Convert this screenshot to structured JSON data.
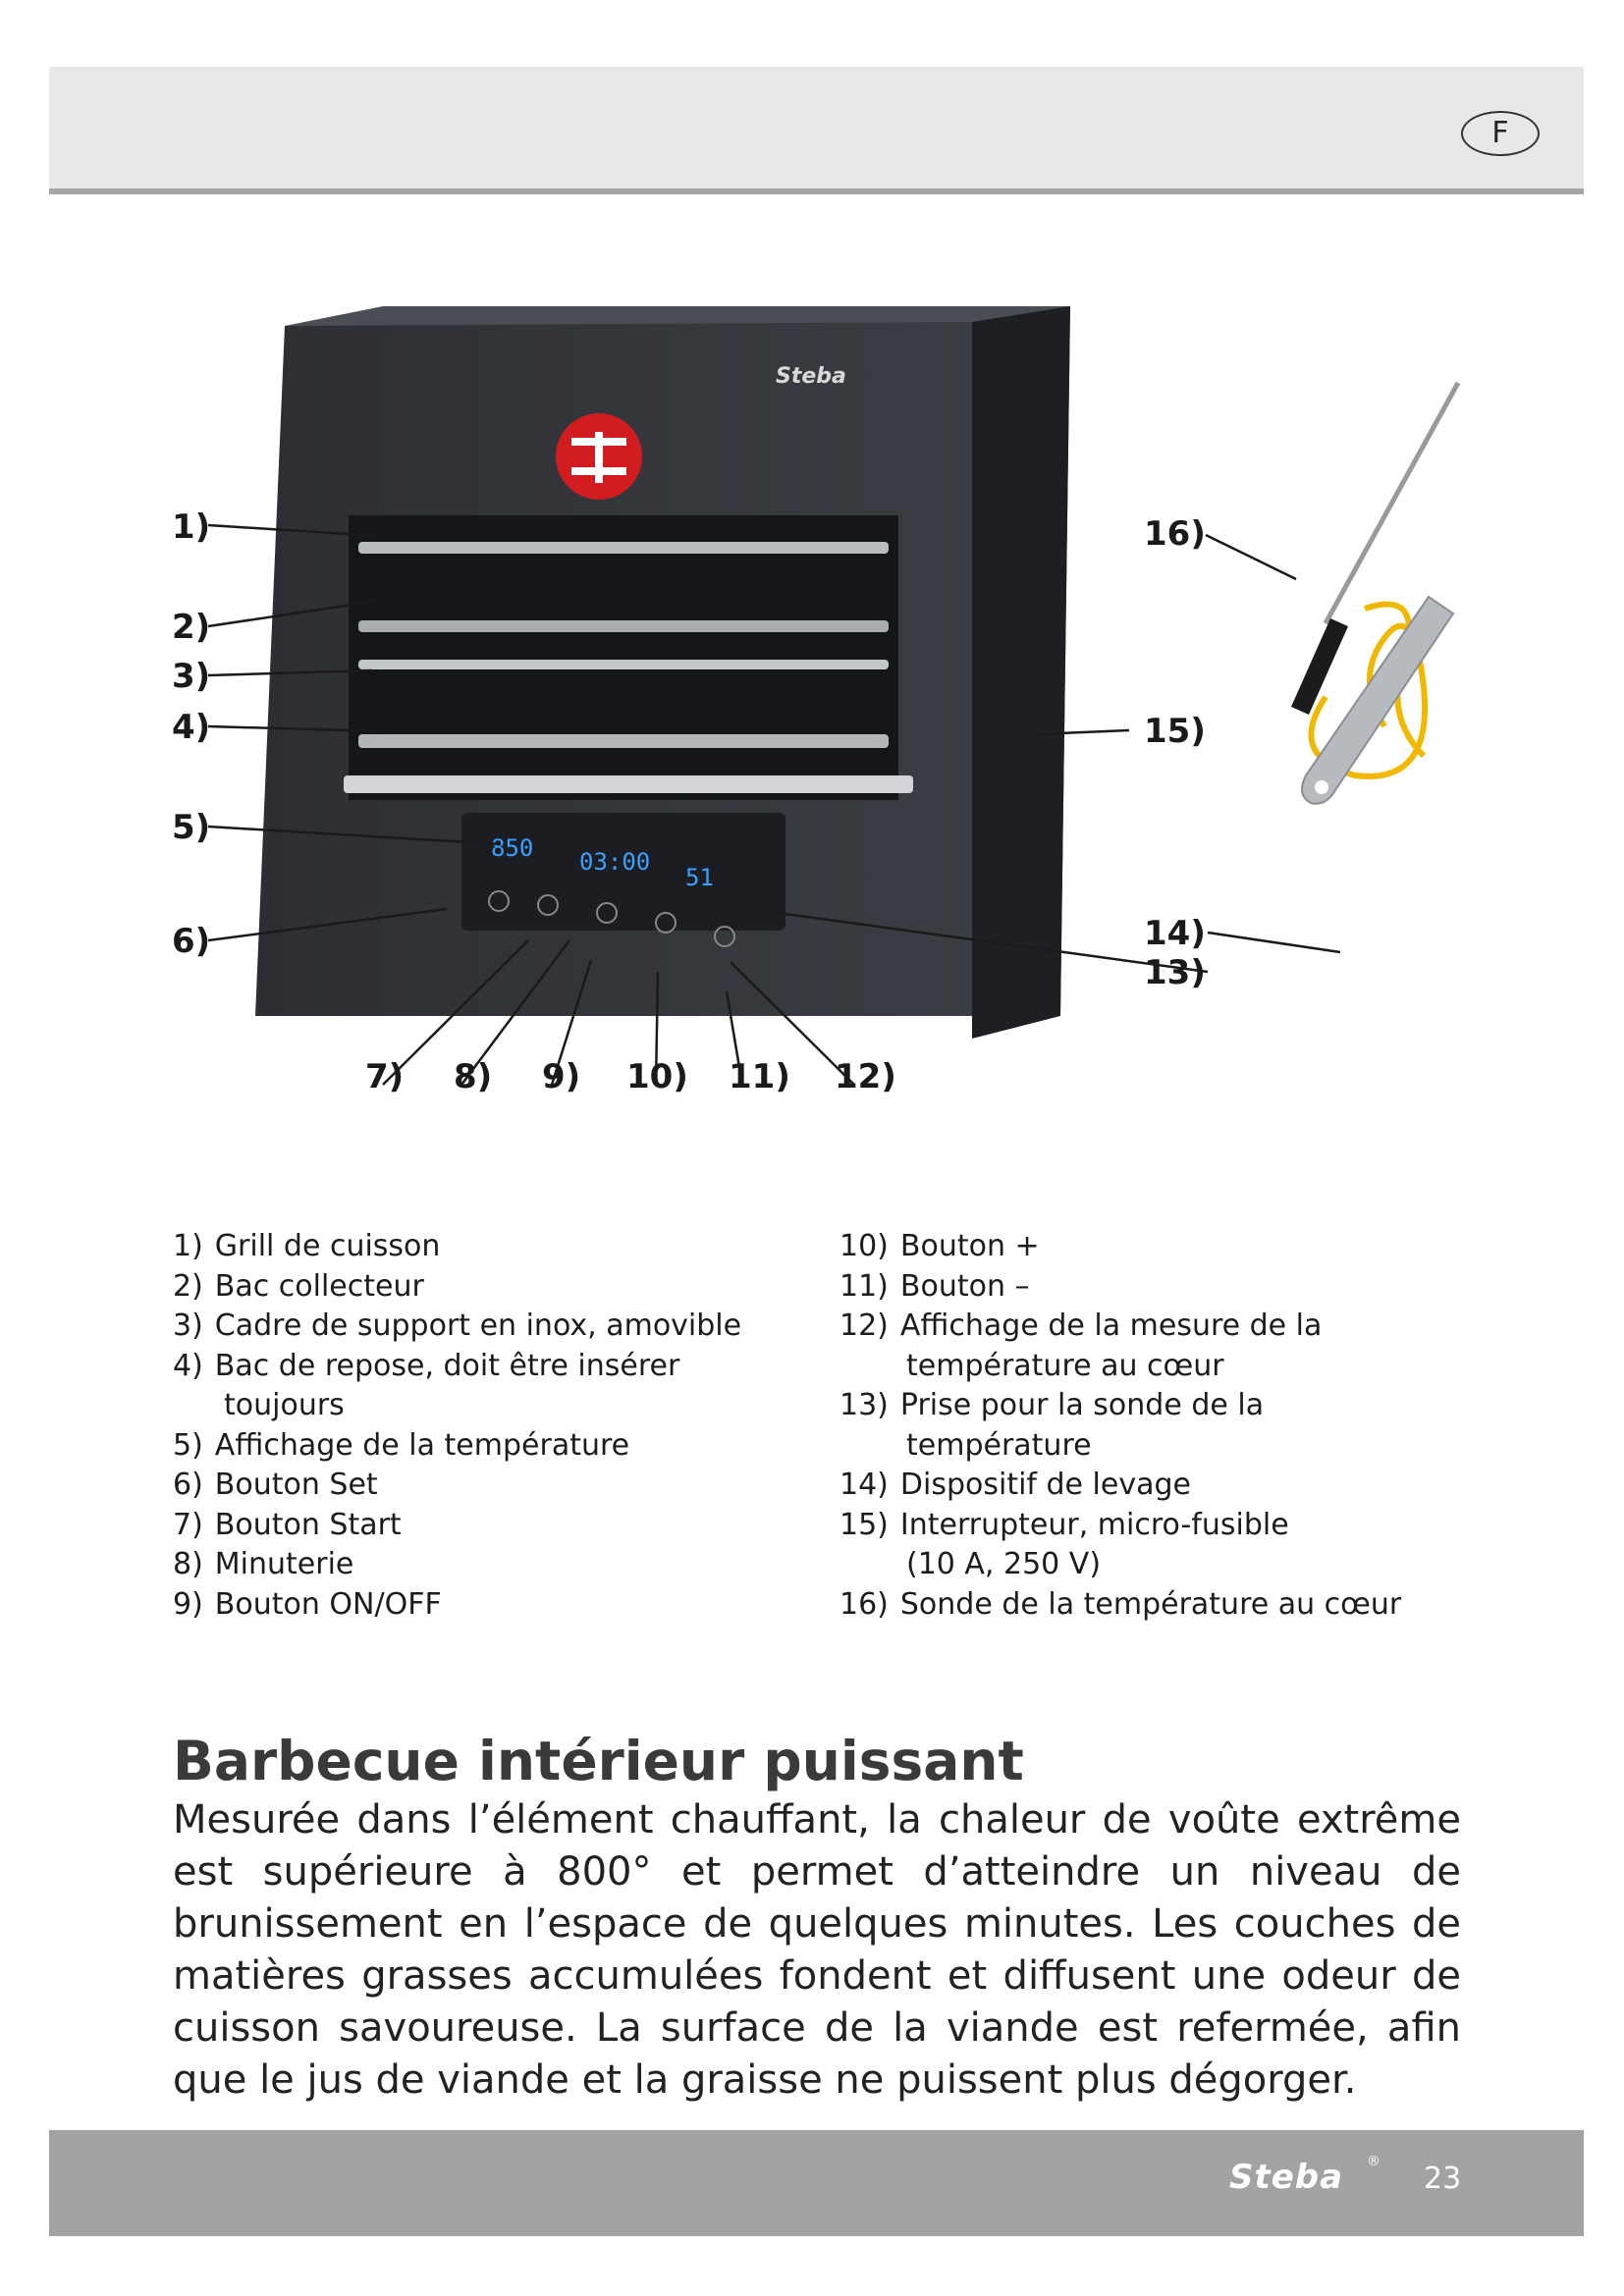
{
  "header": {
    "language_badge": "F"
  },
  "figure": {
    "brand_on_device": "Steba",
    "displays": {
      "temperature": "850",
      "timer": "03:00",
      "core_temp": "51"
    },
    "callouts": [
      "1)",
      "2)",
      "3)",
      "4)",
      "5)",
      "6)",
      "7)",
      "8)",
      "9)",
      "10)",
      "11)",
      "12)",
      "13)",
      "14)",
      "15)",
      "16)"
    ]
  },
  "legend_left": [
    {
      "num": "1)",
      "text": "Grill de cuisson"
    },
    {
      "num": "2)",
      "text": "Bac collecteur"
    },
    {
      "num": "3)",
      "text": "Cadre de support en inox, amovible"
    },
    {
      "num": "4)",
      "text": "Bac de repose, doit être insérer",
      "cont": "toujours"
    },
    {
      "num": "5)",
      "text": "Affichage de la température"
    },
    {
      "num": "6)",
      "text": "Bouton Set"
    },
    {
      "num": "7)",
      "text": "Bouton Start"
    },
    {
      "num": "8)",
      "text": "Minuterie"
    },
    {
      "num": "9)",
      "text": "Bouton ON/OFF"
    }
  ],
  "legend_right": [
    {
      "num": "10)",
      "text": "Bouton +"
    },
    {
      "num": "11)",
      "text": "Bouton –"
    },
    {
      "num": "12)",
      "text": "Affichage de la mesure de la",
      "cont": "température au cœur"
    },
    {
      "num": "13)",
      "text": "Prise pour la sonde de la",
      "cont": "température"
    },
    {
      "num": "14)",
      "text": "Dispositif de levage"
    },
    {
      "num": "15)",
      "text": "Interrupteur, micro-fusible",
      "cont": "(10 A, 250 V)"
    },
    {
      "num": "16)",
      "text": "Sonde de la température au cœur"
    }
  ],
  "section": {
    "title": "Barbecue intérieur puissant",
    "body": "Mesurée dans l’élément chauffant, la chaleur de voûte extrême est supérieure à 800° et permet d’atteindre un niveau de brunissement en l’espace de quelques minutes. Les couches de matières grasses accumulées fondent et diffusent une odeur de cuisson savoureuse. La surface de la viande est refermée, afin que le jus de viande et la graisse ne puissent plus dégorger."
  },
  "footer": {
    "logo": "Steba",
    "registered": "®",
    "page_number": "23"
  }
}
